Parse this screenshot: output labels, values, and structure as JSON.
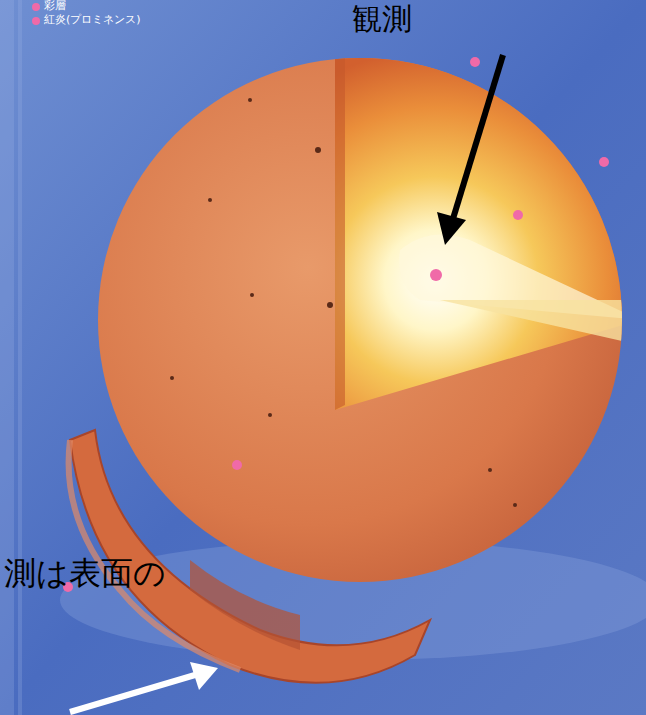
{
  "diagram": {
    "labels": [
      "彩層",
      "紅炎(プロミネンス)",
      "観測",
      "測は表面の"
    ]
  }
}
